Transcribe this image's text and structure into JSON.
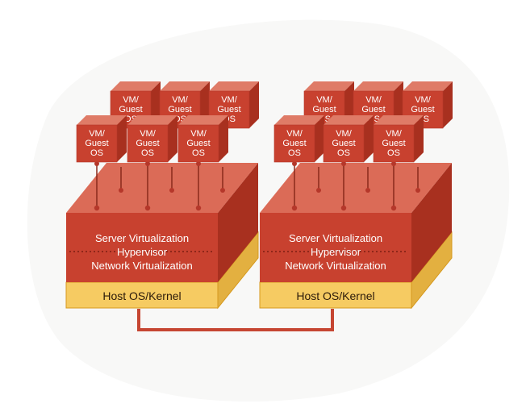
{
  "colors": {
    "blob": "#f8f8f7",
    "hypervisor_front": "#c8412f",
    "hypervisor_top": "#db6b57",
    "hypervisor_side": "#a8301f",
    "host_front": "#f6cb62",
    "host_top": "#f8d987",
    "host_side": "#e3b040",
    "host_border": "#d69a20",
    "vm_front": "#c8412f",
    "vm_top": "#df7b67",
    "vm_side": "#a8301f",
    "link": "#c64632"
  },
  "servers": [
    {
      "id": "left",
      "hypervisor_lines": [
        "Server Virtualization",
        "Hypervisor",
        "Network Virtualization"
      ],
      "host_label": "Host OS/Kernel",
      "vms_back": [
        [
          "VM/",
          "Guest",
          "OS"
        ],
        [
          "VM/",
          "Guest",
          "OS"
        ],
        [
          "VM/",
          "Guest",
          "OS"
        ]
      ],
      "vms_front": [
        [
          "VM/",
          "Guest",
          "OS"
        ],
        [
          "VM/",
          "Guest",
          "OS"
        ],
        [
          "VM/",
          "Guest",
          "OS"
        ]
      ]
    },
    {
      "id": "right",
      "hypervisor_lines": [
        "Server Virtualization",
        "Hypervisor",
        "Network Virtualization"
      ],
      "host_label": "Host OS/Kernel",
      "vms_back": [
        [
          "VM/",
          "Guest",
          "OS"
        ],
        [
          "VM/",
          "Guest",
          "OS"
        ],
        [
          "VM/",
          "Guest",
          "OS"
        ]
      ],
      "vms_front": [
        [
          "VM/",
          "Guest",
          "OS"
        ],
        [
          "VM/",
          "Guest",
          "OS"
        ],
        [
          "VM/",
          "Guest",
          "OS"
        ]
      ]
    }
  ]
}
